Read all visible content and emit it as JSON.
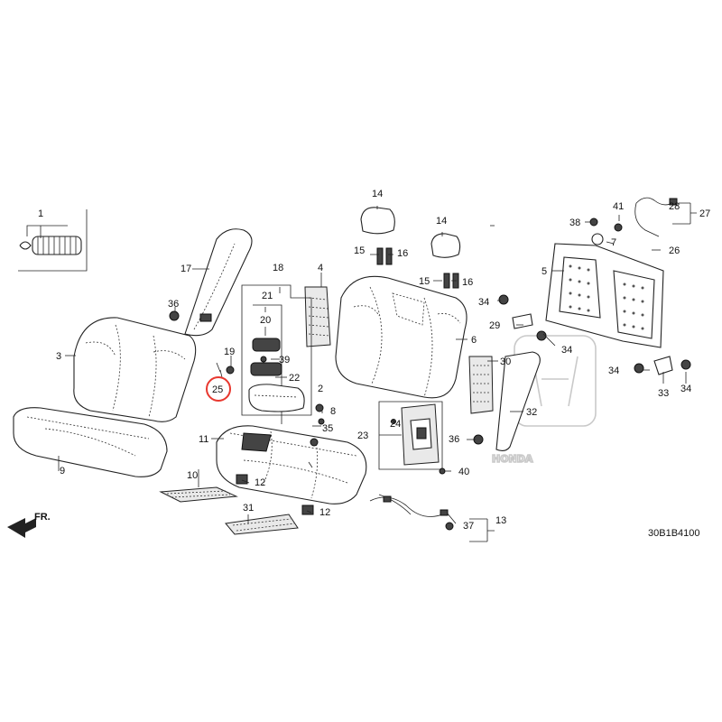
{
  "diagram": {
    "code": "30B1B4100",
    "front_marker": "FR.",
    "watermark": "HONDA",
    "highlighted_callout": "25",
    "accent_color": "#e8382f",
    "callouts": [
      "1",
      "2",
      "3",
      "4",
      "5",
      "6",
      "7",
      "8",
      "9",
      "10",
      "11",
      "12",
      "12",
      "13",
      "14",
      "14",
      "15",
      "15",
      "16",
      "16",
      "17",
      "18",
      "19",
      "20",
      "21",
      "22",
      "23",
      "24",
      "25",
      "26",
      "27",
      "28",
      "29",
      "30",
      "31",
      "32",
      "33",
      "34",
      "34",
      "34",
      "34",
      "35",
      "36",
      "36",
      "37",
      "38",
      "39",
      "40",
      "41"
    ]
  }
}
